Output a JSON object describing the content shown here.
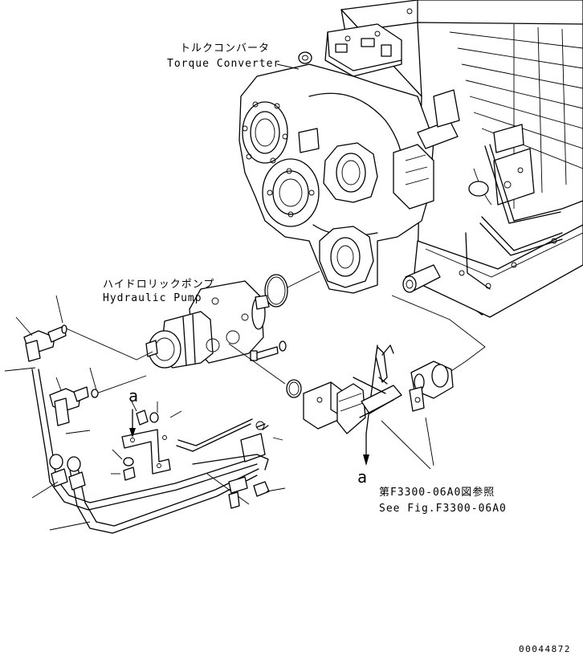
{
  "labels": {
    "torque_converter_jp": "トルクコンバータ",
    "torque_converter_en": "Torque Converter",
    "hydraulic_pump_jp": "ハイドロリックポンプ",
    "hydraulic_pump_en": "Hydraulic Pump",
    "ref_a_upper": "a",
    "ref_a_lower": "a",
    "see_fig_jp": "第F3300-06A0図参照",
    "see_fig_en": "See Fig.F3300-06A0",
    "drawing_number": "00044872"
  }
}
